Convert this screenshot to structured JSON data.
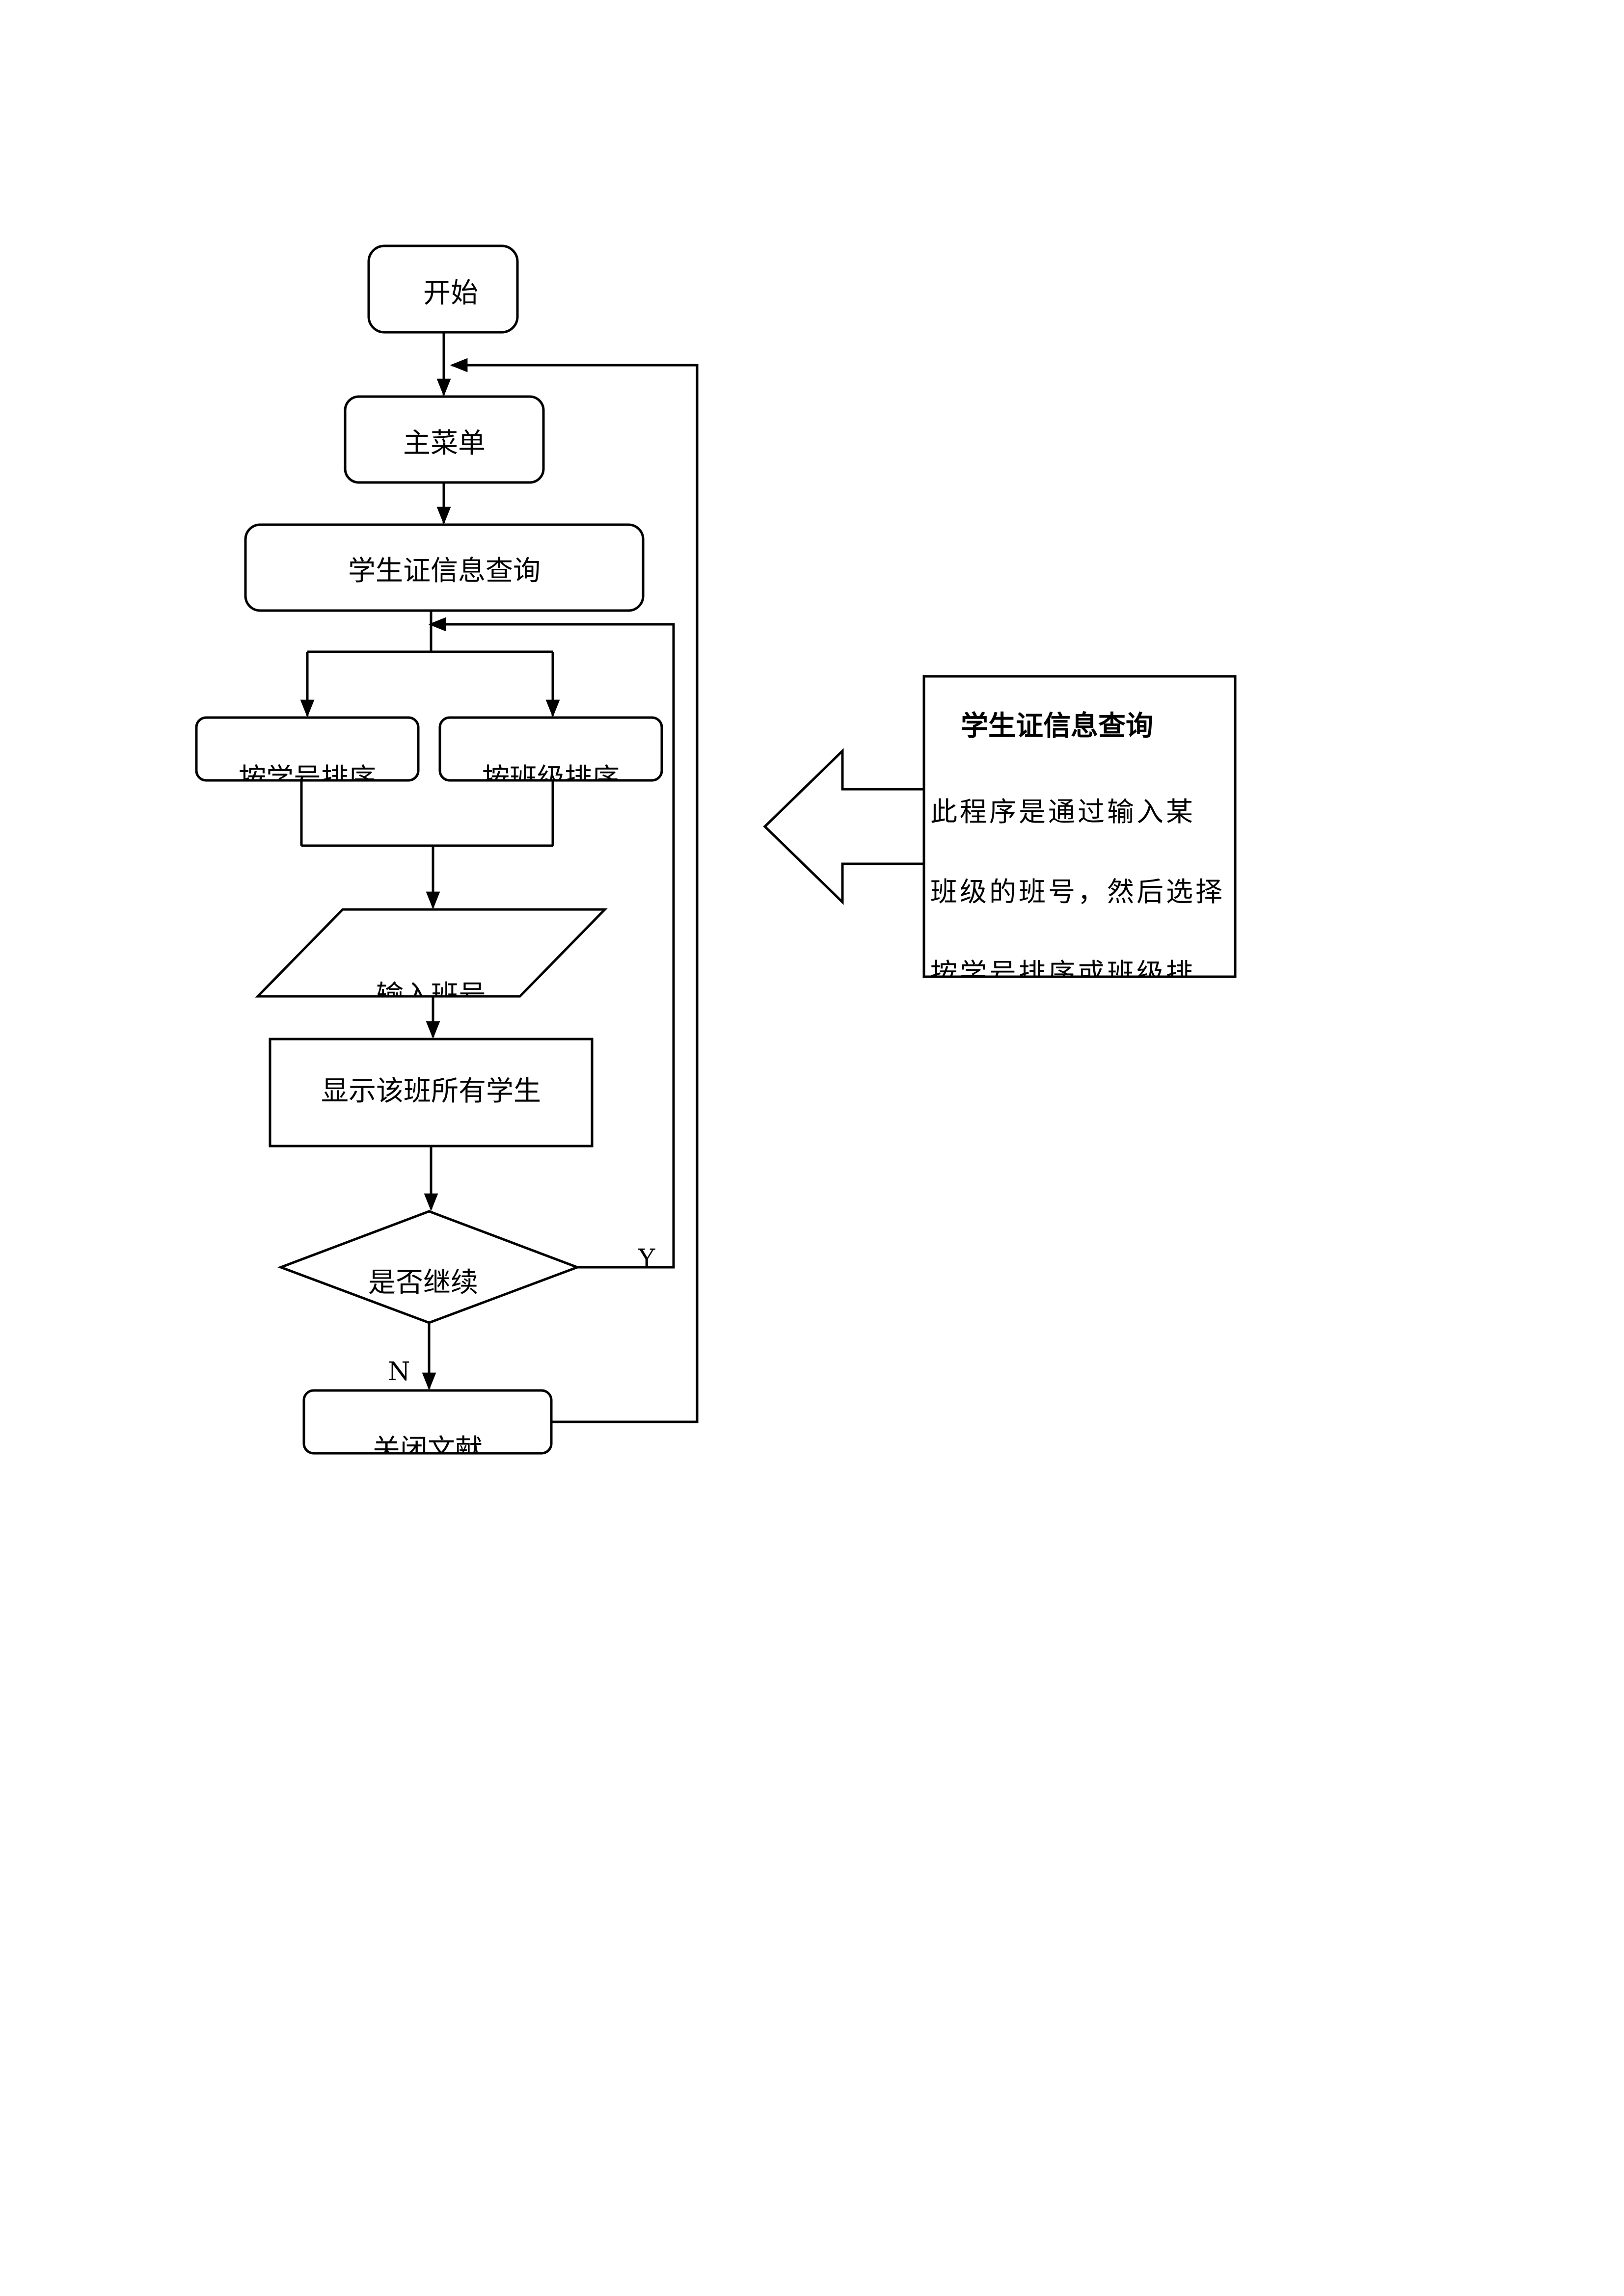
{
  "flowchart": {
    "start": "开始",
    "main_menu": "主菜单",
    "query": "学生证信息查询",
    "sort_by_id": "按学号排序",
    "sort_by_class": "按班级排序",
    "input_class": "输入班号",
    "show_students": "显示该班所有学生",
    "continue_decision": "是否继续",
    "yes": "Y",
    "no": "N",
    "close_file": "关闭文献"
  },
  "callout": {
    "title": "学生证信息查询",
    "lines": [
      "此程序是通过输入某",
      "班级的班号，然后选择",
      "按学号排序或班级排"
    ]
  }
}
